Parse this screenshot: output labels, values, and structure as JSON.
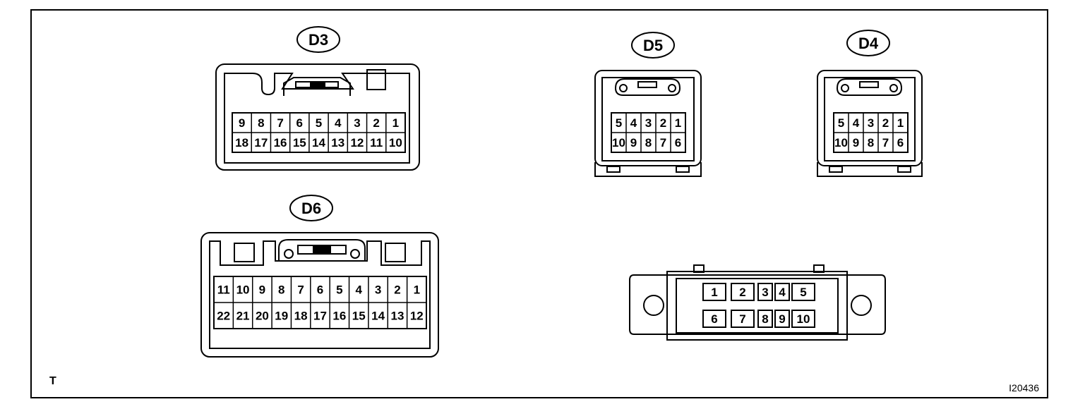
{
  "page": {
    "corner_mark": "T",
    "figure_code": "I20436"
  },
  "connectors": {
    "d3": {
      "label": "D3",
      "row1": [
        "9",
        "8",
        "7",
        "6",
        "5",
        "4",
        "3",
        "2",
        "1"
      ],
      "row2": [
        "18",
        "17",
        "16",
        "15",
        "14",
        "13",
        "12",
        "11",
        "10"
      ]
    },
    "d5": {
      "label": "D5",
      "row1": [
        "5",
        "4",
        "3",
        "2",
        "1"
      ],
      "row2": [
        "10",
        "9",
        "8",
        "7",
        "6"
      ]
    },
    "d4": {
      "label": "D4",
      "row1": [
        "5",
        "4",
        "3",
        "2",
        "1"
      ],
      "row2": [
        "10",
        "9",
        "8",
        "7",
        "6"
      ]
    },
    "d6": {
      "label": "D6",
      "row1": [
        "11",
        "10",
        "9",
        "8",
        "7",
        "6",
        "5",
        "4",
        "3",
        "2",
        "1"
      ],
      "row2": [
        "22",
        "21",
        "20",
        "19",
        "18",
        "17",
        "16",
        "15",
        "14",
        "13",
        "12"
      ]
    },
    "unlabeled": {
      "row1": [
        "1",
        "2",
        "3",
        "4",
        "5"
      ],
      "row2": [
        "6",
        "7",
        "8",
        "9",
        "10"
      ]
    }
  }
}
